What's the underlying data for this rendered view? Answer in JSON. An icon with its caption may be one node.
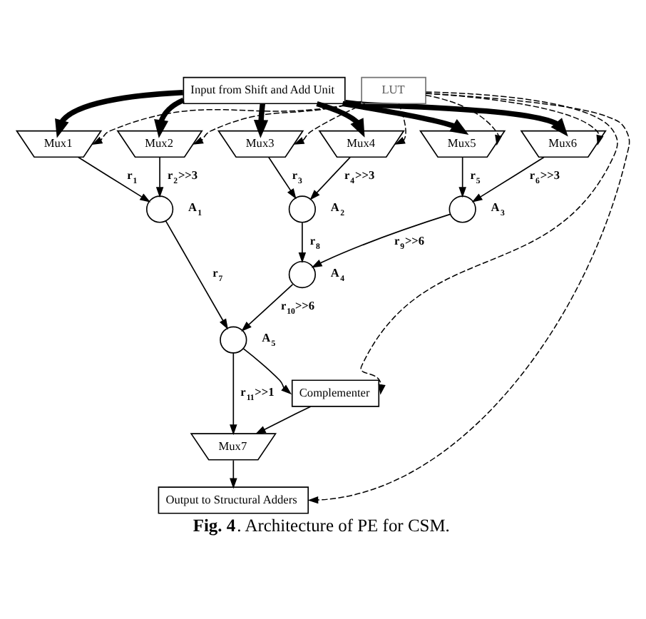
{
  "diagram": {
    "caption": "**Fig. 4**. Architecture of PE for CSM.",
    "nodes": [
      {
        "text": [
          "Input from Shift and Add Unit"
        ]
      },
      {
        "text": [
          "LUT"
        ]
      },
      {
        "text": [
          "Mux1"
        ]
      },
      {
        "text": [
          "Mux2"
        ]
      },
      {
        "text": [
          "Mux3"
        ]
      },
      {
        "text": [
          "Mux4"
        ]
      },
      {
        "text": [
          "Mux5"
        ]
      },
      {
        "text": [
          "Mux6"
        ]
      },
      {
        "text": [],
        "shape": "circle",
        "beside": [
          "A$_{1}$"
        ]
      },
      {
        "text": [],
        "shape": "circle",
        "beside": [
          "A$_{2}$"
        ]
      },
      {
        "text": [],
        "shape": "circle",
        "beside": [
          "A$_{3}$"
        ]
      },
      {
        "text": [],
        "shape": "circle",
        "beside": [
          "A$_{4}$"
        ]
      },
      {
        "text": [],
        "shape": "circle",
        "beside": [
          "A$_{5}$"
        ]
      },
      {
        "text": [
          "Complementer"
        ]
      },
      {
        "text": [
          "Mux7"
        ]
      },
      {
        "text": [
          "Output to Structural Adders"
        ]
      }
    ],
    "edges": [
      {
        "from": 0,
        "to": 2,
        "arrow": "to",
        "style": "thick"
      },
      {
        "from": 0,
        "to": 3,
        "arrow": "to",
        "style": "thick"
      },
      {
        "from": 0,
        "to": 4,
        "arrow": "to",
        "style": "thick"
      },
      {
        "from": 0,
        "to": 5,
        "arrow": "to",
        "style": "thick"
      },
      {
        "from": 0,
        "to": 6,
        "arrow": "to",
        "style": "thick"
      },
      {
        "from": 0,
        "to": 7,
        "arrow": "to",
        "style": "thick"
      },
      {
        "from": 1,
        "to": 2,
        "arrow": "to",
        "style": "dashed"
      },
      {
        "from": 1,
        "to": 3,
        "arrow": "to",
        "style": "dashed"
      },
      {
        "from": 1,
        "to": 4,
        "arrow": "to",
        "style": "dashed"
      },
      {
        "from": 1,
        "to": 5,
        "arrow": "to",
        "style": "dashed"
      },
      {
        "from": 1,
        "to": 6,
        "arrow": "to",
        "style": "dashed"
      },
      {
        "from": 1,
        "to": 7,
        "arrow": "to",
        "style": "dashed"
      },
      {
        "from": 2,
        "to": 8,
        "arrow": "to",
        "label": "r$_{1}$"
      },
      {
        "from": 3,
        "to": 8,
        "arrow": "to",
        "label": "r$_{2}$>>3"
      },
      {
        "from": 4,
        "to": 9,
        "arrow": "to",
        "label": "r$_{3}$"
      },
      {
        "from": 5,
        "to": 9,
        "arrow": "to",
        "label": "r$_{4}$>>3"
      },
      {
        "from": 6,
        "to": 10,
        "arrow": "to",
        "label": "r$_{5}$"
      },
      {
        "from": 7,
        "to": 10,
        "arrow": "to",
        "label": "r$_{6}$>>3"
      },
      {
        "from": 8,
        "to": 12,
        "arrow": "to",
        "label": "r$_{7}$"
      },
      {
        "from": 9,
        "to": 11,
        "arrow": "to",
        "label": "r$_{8}$"
      },
      {
        "from": 10,
        "to": 11,
        "arrow": "to",
        "label": "r$_{9}$>>6"
      },
      {
        "from": 11,
        "to": 12,
        "arrow": "to",
        "label": "r$_{10}$>>6"
      },
      {
        "from": 12,
        "to": 14,
        "arrow": "to",
        "label": "r$_{11}$>>1"
      },
      {
        "from": 12,
        "to": 13,
        "arrow": "to"
      },
      {
        "from": 13,
        "to": 14,
        "arrow": "to"
      },
      {
        "from": 14,
        "to": 15,
        "arrow": "to"
      },
      {
        "from": 1,
        "to": 13,
        "arrow": "to",
        "style": "dashed"
      },
      {
        "from": 1,
        "to": 15,
        "arrow": "to",
        "style": "dashed"
      }
    ]
  }
}
